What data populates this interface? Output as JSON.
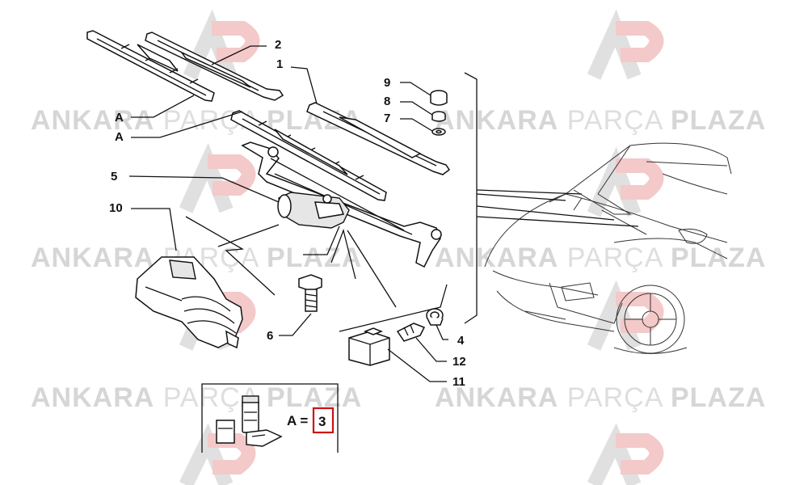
{
  "watermark": {
    "brand_bold_1": "ANKARA",
    "brand_light": "PARÇA",
    "brand_bold_2": "PLAZA"
  },
  "callouts": {
    "c1": "1",
    "c2": "2",
    "c4": "4",
    "c5": "5",
    "c6": "6",
    "c7": "7",
    "c8": "8",
    "c9": "9",
    "c10": "10",
    "c11": "11",
    "c12": "12",
    "ca_upper": "A",
    "ca_lower": "A"
  },
  "inset": {
    "label": "A =",
    "quantity": "3"
  },
  "colors": {
    "quantity_box": "#cc1111",
    "watermark_text": "#d6d6d6",
    "watermark_logo_accent": "#f4c9c9"
  }
}
